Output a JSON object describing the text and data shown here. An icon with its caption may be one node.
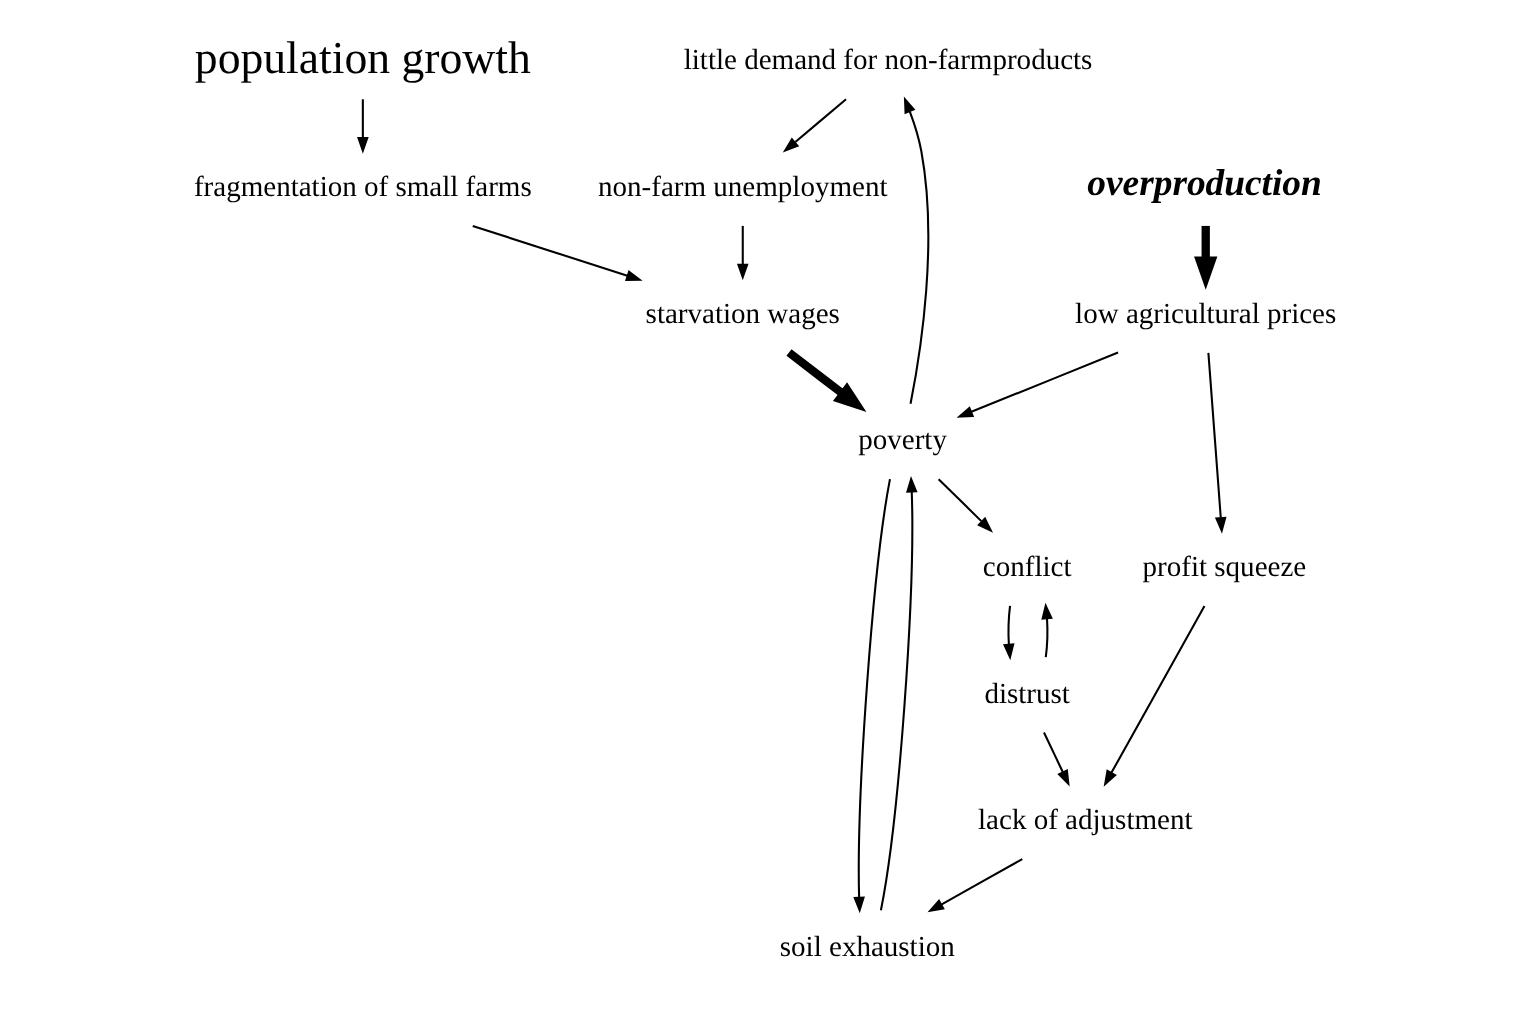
{
  "diagram": {
    "nodes": [
      {
        "text": [
          "little demand for non-farmproducts"
        ]
      },
      {
        "text": [
          "poverty"
        ]
      },
      {
        "text": [
          "population growth"
        ]
      },
      {
        "text": [
          "non-farm unemployment"
        ]
      },
      {
        "text": [
          "soil exhaustion"
        ]
      },
      {
        "text": [
          "fragmentation of small farms"
        ]
      },
      {
        "text": [
          "low agricultural prices"
        ]
      },
      {
        "text": [
          "starvation wages"
        ]
      },
      {
        "text": [
          "profit squeeze"
        ]
      },
      {
        "text": [
          "conflict"
        ]
      },
      {
        "text": [
          "distrust"
        ]
      },
      {
        "text": [
          "lack of adjustment"
        ]
      },
      {
        "text": [
          "overproduction"
        ]
      }
    ],
    "edges": [
      {
        "from": 1,
        "to": 0,
        "arrow": "to"
      },
      {
        "from": 0,
        "to": 3,
        "arrow": "to"
      },
      {
        "from": 3,
        "to": 7,
        "arrow": "to"
      },
      {
        "from": 7,
        "to": 1,
        "arrow": "to",
        "style": "thick"
      },
      {
        "from": 2,
        "to": 5,
        "arrow": "to"
      },
      {
        "from": 5,
        "to": 7,
        "arrow": "to"
      },
      {
        "from": 1,
        "to": 4,
        "arrow": "to"
      },
      {
        "from": 4,
        "to": 1,
        "arrow": "to"
      },
      {
        "from": 6,
        "to": 1,
        "arrow": "to"
      },
      {
        "from": 6,
        "to": 8,
        "arrow": "to"
      },
      {
        "from": 8,
        "to": 11,
        "arrow": "to"
      },
      {
        "from": 11,
        "to": 4,
        "arrow": "to"
      },
      {
        "from": 1,
        "to": 9,
        "arrow": "to"
      },
      {
        "from": 10,
        "to": 9,
        "arrow": "to"
      },
      {
        "from": 9,
        "to": 10,
        "arrow": "to"
      },
      {
        "from": 10,
        "to": 11,
        "arrow": "to"
      },
      {
        "from": 12,
        "to": 6,
        "arrow": "to",
        "style": "thick"
      }
    ]
  }
}
